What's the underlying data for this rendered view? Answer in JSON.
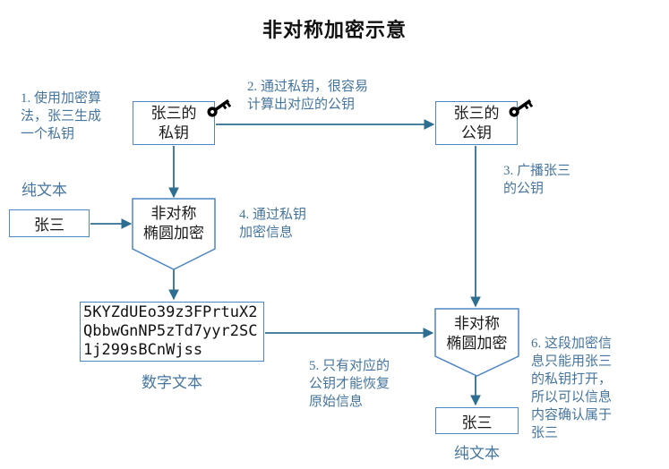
{
  "title": "非对称加密示意",
  "colors": {
    "box_border": "#4E86C6",
    "connector": "#2E6E91",
    "annotation_text": "#45759E",
    "box_text": "#1a1a1a",
    "key_icon": "#000000"
  },
  "icons": {
    "private_key_badge": "key-icon",
    "public_key_badge": "key-icon"
  },
  "nodes": {
    "private_key": {
      "lines": [
        "张三的",
        "私钥"
      ]
    },
    "public_key": {
      "lines": [
        "张三的",
        "公钥"
      ]
    },
    "plaintext_source": {
      "label": "张三",
      "caption": "纯文本"
    },
    "encrypt": {
      "lines": [
        "非对称",
        "椭圆加密"
      ]
    },
    "cipher": {
      "lines": [
        "5KYZdUEo39z3FPrtuX2",
        "QbbwGnNP5zTd7yyr2SC",
        "1j299sBCnWjss"
      ],
      "caption": "数字文本"
    },
    "decrypt": {
      "lines": [
        "非对称",
        "椭圆加密"
      ]
    },
    "plaintext_result": {
      "label": "张三",
      "caption": "纯文本"
    }
  },
  "annotations": [
    {
      "lines": [
        "1. 使用加密算",
        "法，张三生成",
        "一个私钥"
      ]
    },
    {
      "lines": [
        "2. 通过私钥，很容易",
        "计算出对应的公钥"
      ]
    },
    {
      "lines": [
        "3. 广播张三",
        "的公钥"
      ]
    },
    {
      "lines": [
        "4. 通过私钥",
        "加密信息"
      ]
    },
    {
      "lines": [
        "5. 只有对应的",
        "公钥才能恢复",
        "原始信息"
      ]
    },
    {
      "lines": [
        "6. 这段加密信",
        "息只能用张三",
        "的私钥打开，",
        "所以可以信息",
        "内容确认属于",
        "张三"
      ]
    }
  ]
}
